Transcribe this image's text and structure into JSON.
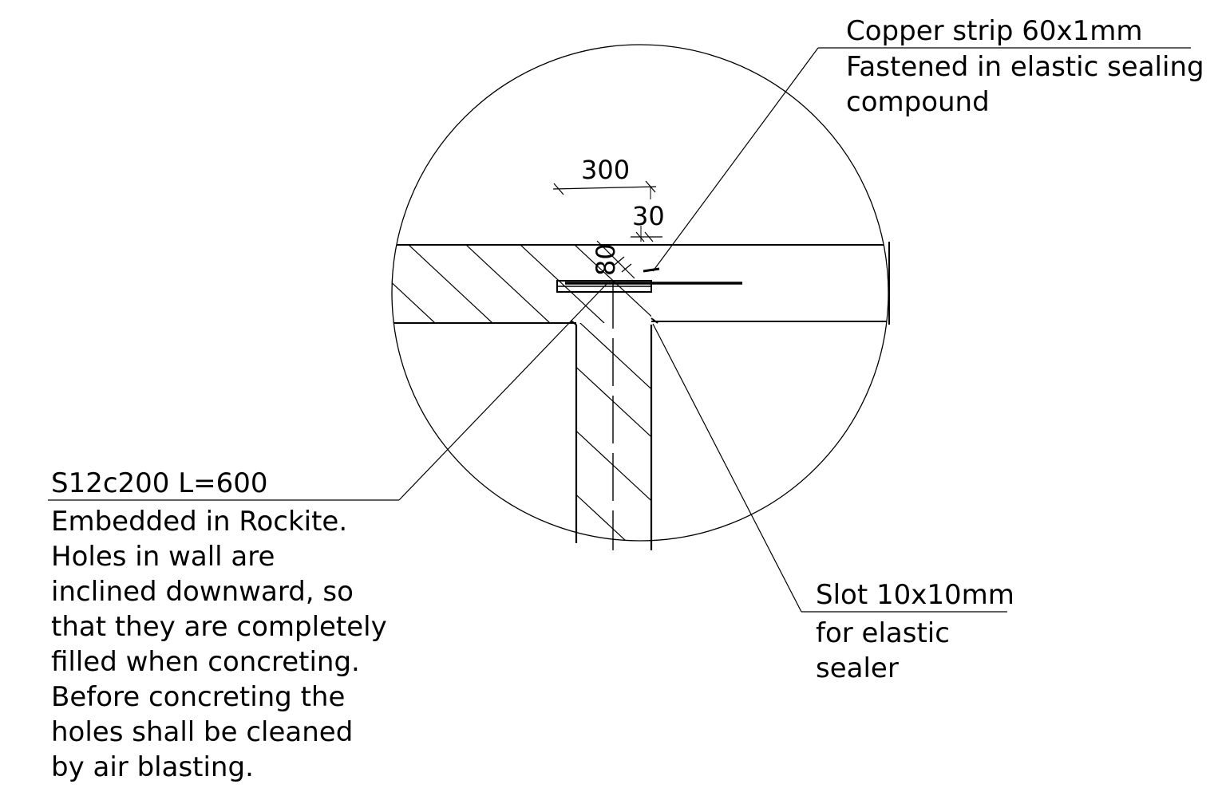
{
  "dimensions": {
    "width_300": "300",
    "width_30": "30",
    "depth_80": "80"
  },
  "callouts": {
    "copper": {
      "title": "Copper strip 60x1mm",
      "lines": [
        "Fastened in elastic sealing",
        "compound"
      ]
    },
    "rebar": {
      "title": "S12c200 L=600",
      "lines": [
        "Embedded in Rockite.",
        "Holes in wall are",
        "inclined downward, so",
        "that they are completely",
        "filled when concreting.",
        "Before concreting the",
        "holes shall be cleaned",
        "by air blasting."
      ]
    },
    "slot": {
      "title": "Slot 10x10mm",
      "lines": [
        "for elastic",
        "sealer"
      ]
    }
  }
}
